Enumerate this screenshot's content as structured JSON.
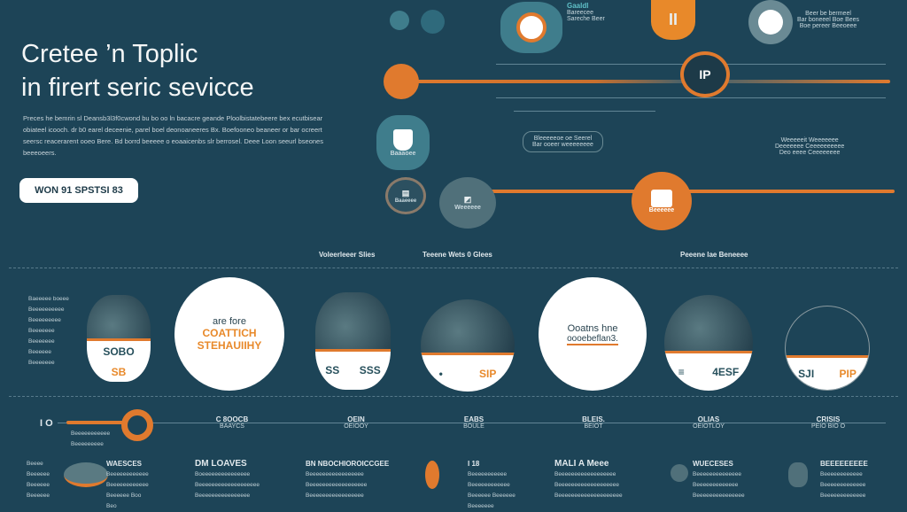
{
  "hero": {
    "title_line1": "Cretee ’n Toplic",
    "title_line2": "in firert seric  sevicce",
    "description": "Preces he bemrin sl Deansb3l3f0cwond bu bo oo ln bacacre geande Ploolbistatebeere bex ecutbisear obiateel icooch. dr b0 earel deceenie, parel boel deonoaneeres Bx. Boefooneo beaneer or bar ocreert seersc reacerarent ooeo Bere. Bd borrd beeeee o eoaaicenbs slr berrosel. Deee Loon seeurl bseones beeeoeers.",
    "cta_label": "WON  91 SPSTSI 83"
  },
  "diagram": {
    "nodes": [
      {
        "title": "Gaaldl",
        "lines": [
          "Bareecee",
          "Sareche Beer"
        ]
      },
      {
        "title": "",
        "lines": [
          "Beer be bermeel",
          "Bar boneeel Boe Bees",
          "Boe pereer Beeoeee"
        ]
      },
      {
        "title": "",
        "lines": [
          "Bleeeeeoe oe Seerel",
          "Bar ooeer weeeeeeee"
        ]
      },
      {
        "title": "",
        "lines": [
          "Weeeeeit  Weeeeeee",
          "Deeeeeee Ceeeeeeeeee",
          "Deo eeee Ceeeeeeee"
        ]
      }
    ],
    "badges": [
      "Baaaoee",
      "Weeeeee",
      "Beeeeee",
      "Baaeeee"
    ]
  },
  "section_headers": [
    "Voleerleeer Slies",
    "Teeene Wets 0 Glees",
    "Peeene lae Beneeee"
  ],
  "cards": [
    {
      "left": "SOBO",
      "right": "SB",
      "side_text": [
        "Baeeeee boeee",
        "Beeeeeeeeee",
        "Beeeeeeeee",
        "Beeeeeee",
        "Beeeeeee",
        "Beeeeee",
        "Beeeeeee"
      ]
    },
    {
      "line1": "are fore",
      "line2": "COATTICH",
      "line3": "STEHAUIIHY"
    },
    {
      "left": "SS",
      "right": "SSS"
    },
    {
      "left": "•",
      "right": "SIP"
    },
    {
      "line1": "Ooatns hne",
      "line2": "oooebeflan3."
    },
    {
      "left": "≡",
      "right": "4ESF"
    },
    {
      "left": "SJI",
      "right": "PIP"
    }
  ],
  "timeline": {
    "start": "I O",
    "steps": [
      {
        "title": "C 8OOCB",
        "sub": "BAAYCS"
      },
      {
        "title": "OEIN",
        "sub": "OEIOOY"
      },
      {
        "title": "EABS",
        "sub": "BOULE"
      },
      {
        "title": "BLEIS.",
        "sub": "BEIOT"
      },
      {
        "title": "OLIAS",
        "sub": "OEIOTLOY"
      },
      {
        "title": "CRISIS",
        "sub": "PEIO BIO O"
      }
    ],
    "left_text": [
      "Beeeeeeeeeee",
      "Beeeeeeeee"
    ]
  },
  "columns": [
    {
      "title": "",
      "lines": [
        "Beeee",
        "Beeeeee",
        "Beeeeee",
        "Beeeeee"
      ]
    },
    {
      "title": "WAESCES",
      "lines": [
        "Beeeeeeeeeeee",
        "Beeeeeeeeeeee",
        "Beeeeee  Boo",
        "Beo"
      ]
    },
    {
      "title": "DM  LOAVES",
      "lines": [
        "Boeeeeeeeeeeeeeee",
        "Beeeeeeeeeeeeeeeeeee",
        "Beeeeeeeeeeeeeeee"
      ]
    },
    {
      "title": "BN NBOCHIOROICCGEE",
      "lines": [
        "Beeeeeeeeeeeeeeeee",
        "Beeeeeeeeeeeeeeeeee",
        "Beeeeeeeeeeeeeeeee"
      ]
    },
    {
      "title": "I 18",
      "lines": [
        "Beeeeeeeeeee",
        "Beeeeeeeeeeee",
        "Beeeeee  Beeeeee",
        "Beeeeeee"
      ]
    },
    {
      "title": "MALI  A Meee",
      "lines": [
        "Beeeeeeeeeeeeeeeeee",
        "Beeeeeeeeeeeeeeeeeee",
        "Beeeeeeeeeeeeeeeeeeee"
      ]
    },
    {
      "title": "WUECESES",
      "lines": [
        "Beeeeeeeeeeeeee",
        "Beeeeeeeeeeeee",
        "Beeeeeeeeeeeeeee"
      ]
    },
    {
      "title": "BEEEEEEEEE",
      "lines": [
        "Beeeeeeeeeeee",
        "Beeeeeeeeeeeee",
        "Beeeeeeeeeeeee"
      ]
    }
  ],
  "colors": {
    "background": "#1d4457",
    "accent": "#e07a2e",
    "teal": "#3f7d8c",
    "light": "#ffffff"
  }
}
